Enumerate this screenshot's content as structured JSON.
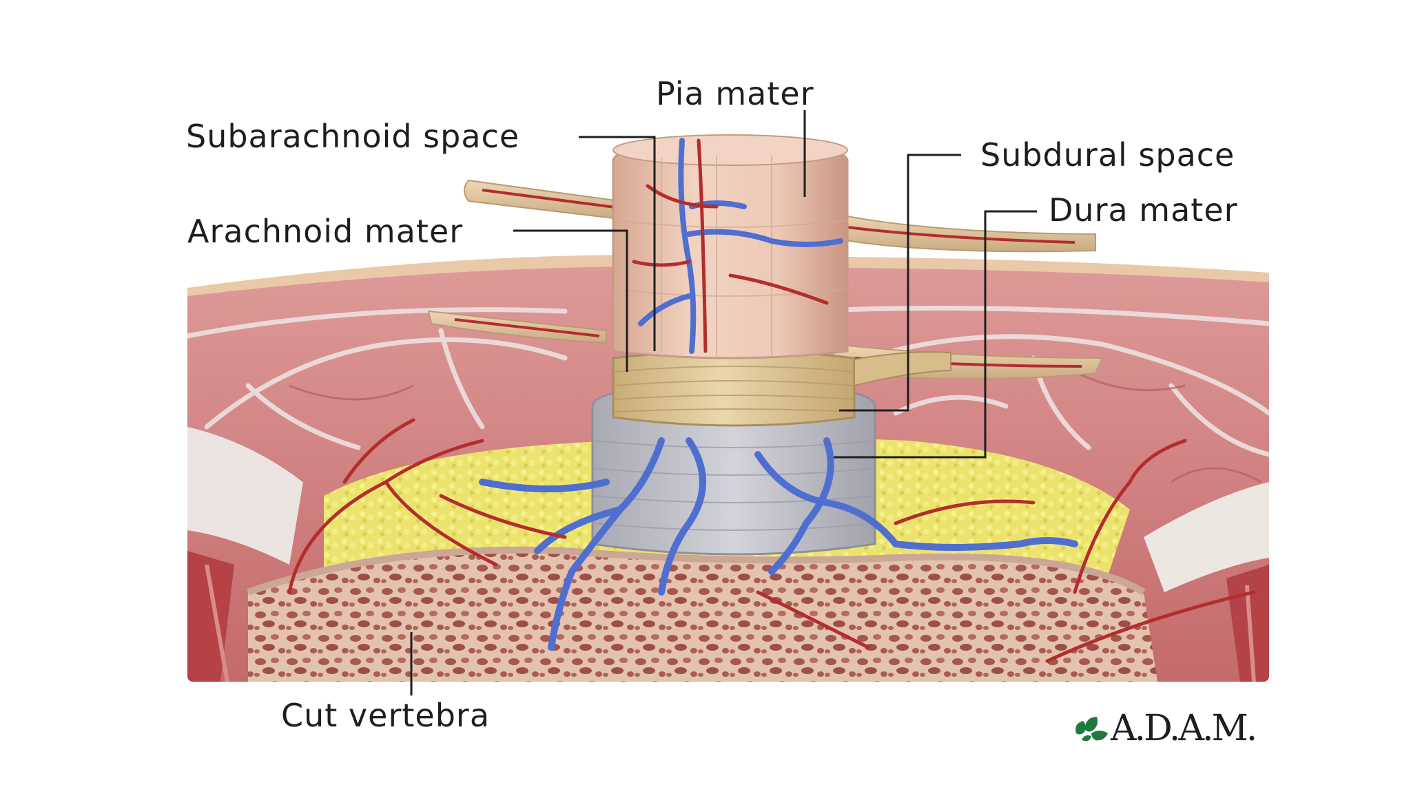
{
  "labels": {
    "pia_mater": "Pia mater",
    "subarachnoid_space": "Subarachnoid space",
    "arachnoid_mater": "Arachnoid mater",
    "subdural_space": "Subdural space",
    "dura_mater": "Dura mater",
    "cut_vertebra": "Cut vertebra"
  },
  "logo": {
    "text": "A.D.A.M.",
    "icon": "adam-leaf-logo-icon",
    "color": "#1f7a3c"
  },
  "colors": {
    "muscle": "#cf7f7f",
    "muscle_dark": "#b65a5c",
    "fat": "#e9df6a",
    "bone": "#e5c3b3",
    "bone_pore": "#a05549",
    "dura": "#cbb88f",
    "arachnoid": "#bcbcc6",
    "pia_cord": "#ebc5b1",
    "vein": "#4f6fd0",
    "artery": "#b32d2d",
    "leader_line": "#1e1e1e"
  }
}
